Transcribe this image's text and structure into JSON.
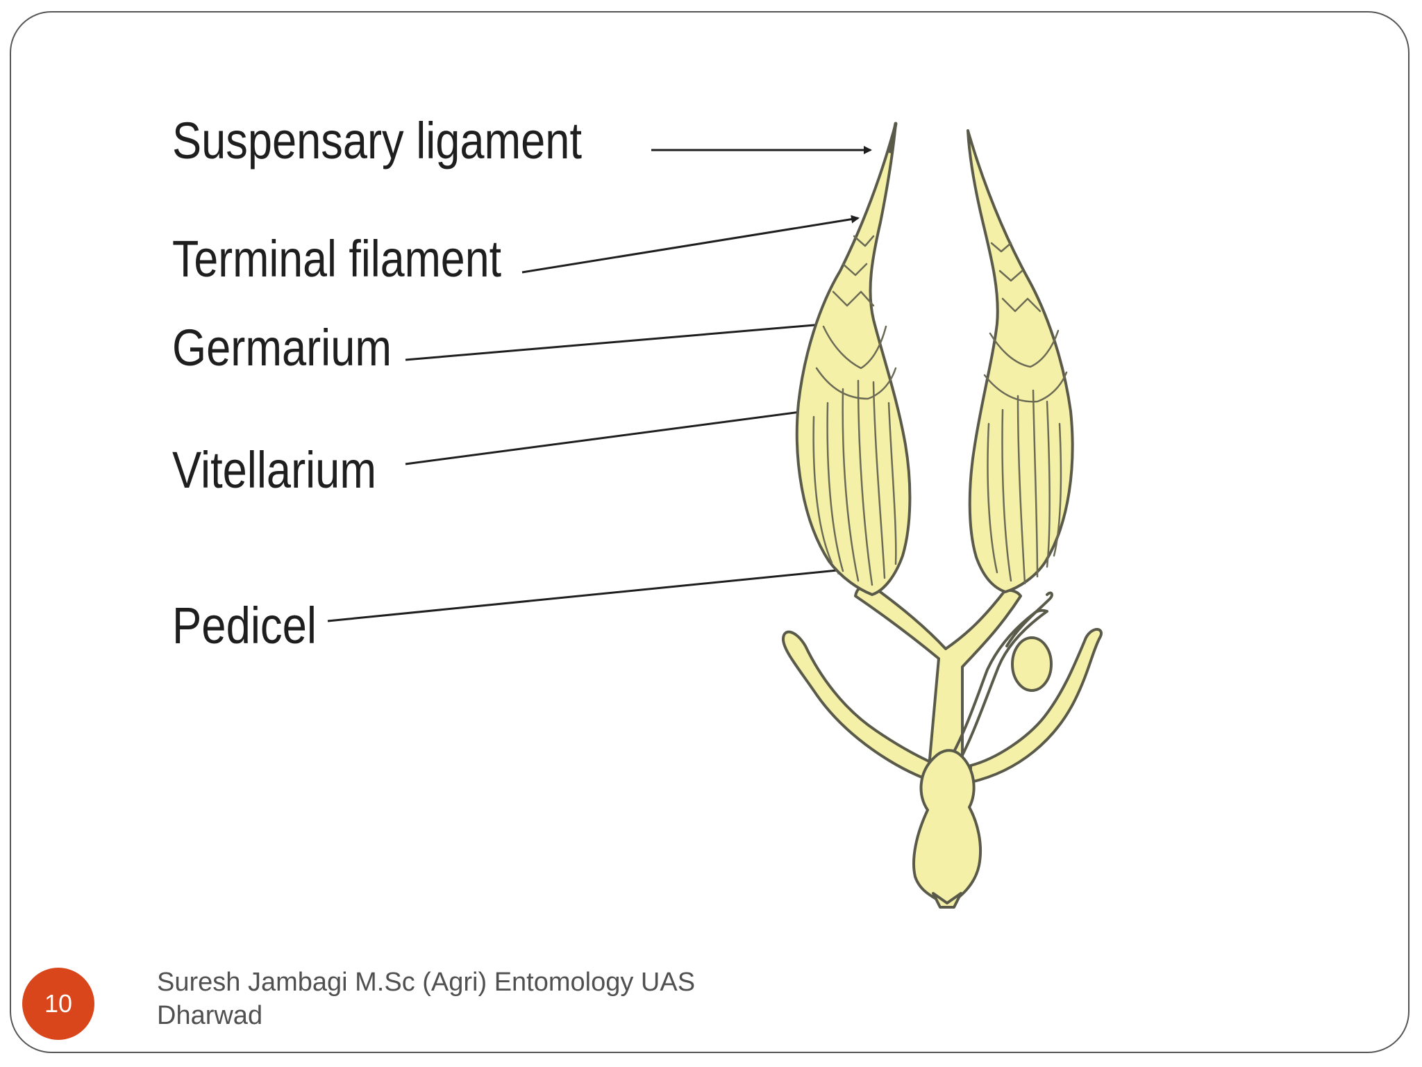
{
  "slide": {
    "number": "10",
    "footer_line1": "Suresh Jambagi M.Sc (Agri) Entomology UAS",
    "footer_line2": "Dharwad"
  },
  "diagram": {
    "labels": {
      "suspensory_ligament": "Suspensary ligament",
      "terminal_filament": "Terminal filament",
      "germarium": "Germarium",
      "vitellarium": "Vitellarium",
      "pedicel": "Pedicel"
    },
    "colors": {
      "organ_fill": "#f5f0a8",
      "organ_outline": "#5a5a4a",
      "arrow": "#1e1e1e",
      "slide_number_badge": "#d9461c"
    }
  }
}
